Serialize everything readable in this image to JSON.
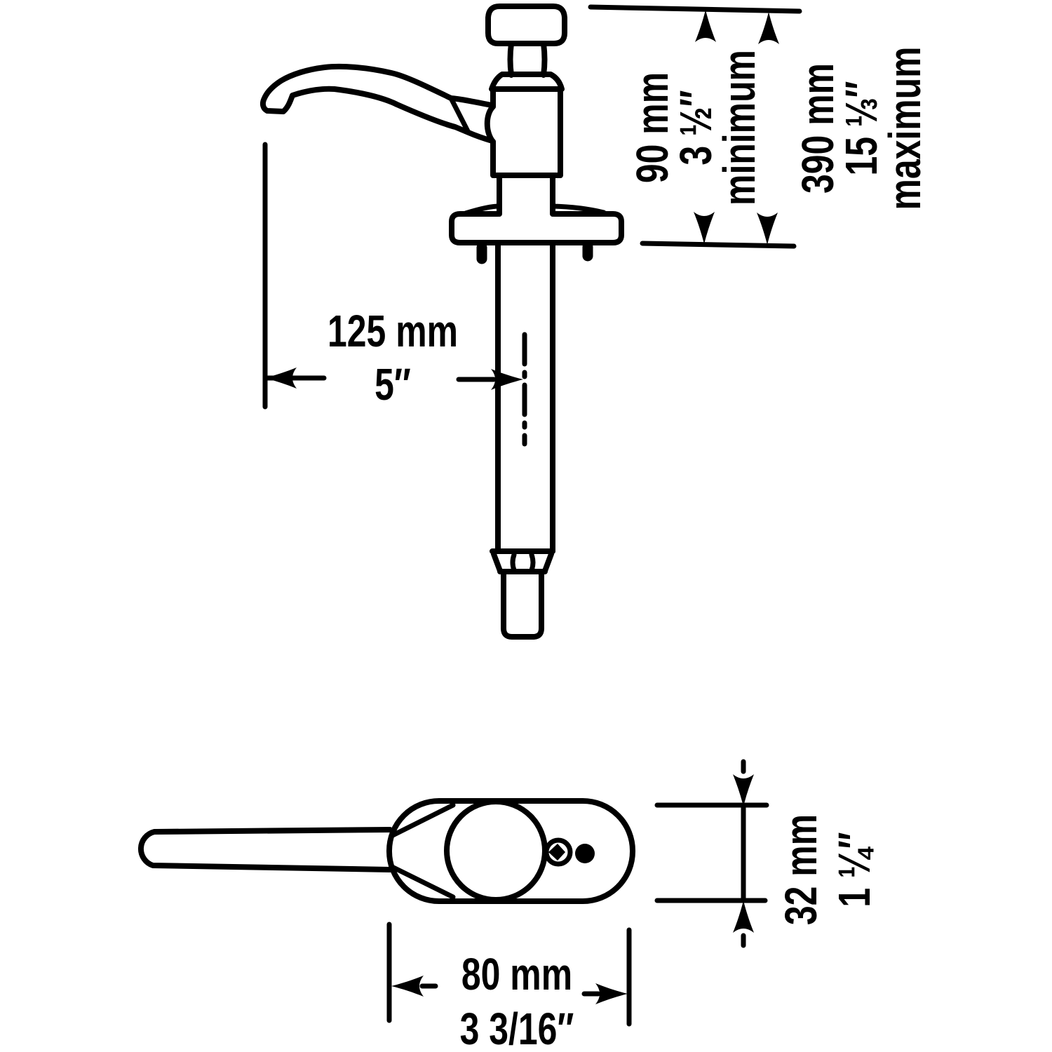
{
  "drawing_labels": {
    "height_min": {
      "metric": "90 mm",
      "imperial": "3 ½″",
      "qualifier": "minimum"
    },
    "height_max": {
      "metric": "390 mm",
      "imperial": "15 ⅓″",
      "qualifier": "maximum"
    },
    "spout_reach": {
      "metric": "125 mm",
      "imperial": "5″"
    },
    "head_width": {
      "metric": "32 mm",
      "imperial": "1 ¼″"
    },
    "head_length": {
      "metric": "80 mm",
      "imperial": "3 3/16″"
    }
  },
  "style": {
    "ink_color": "#000000",
    "paper_color": "#ffffff"
  }
}
